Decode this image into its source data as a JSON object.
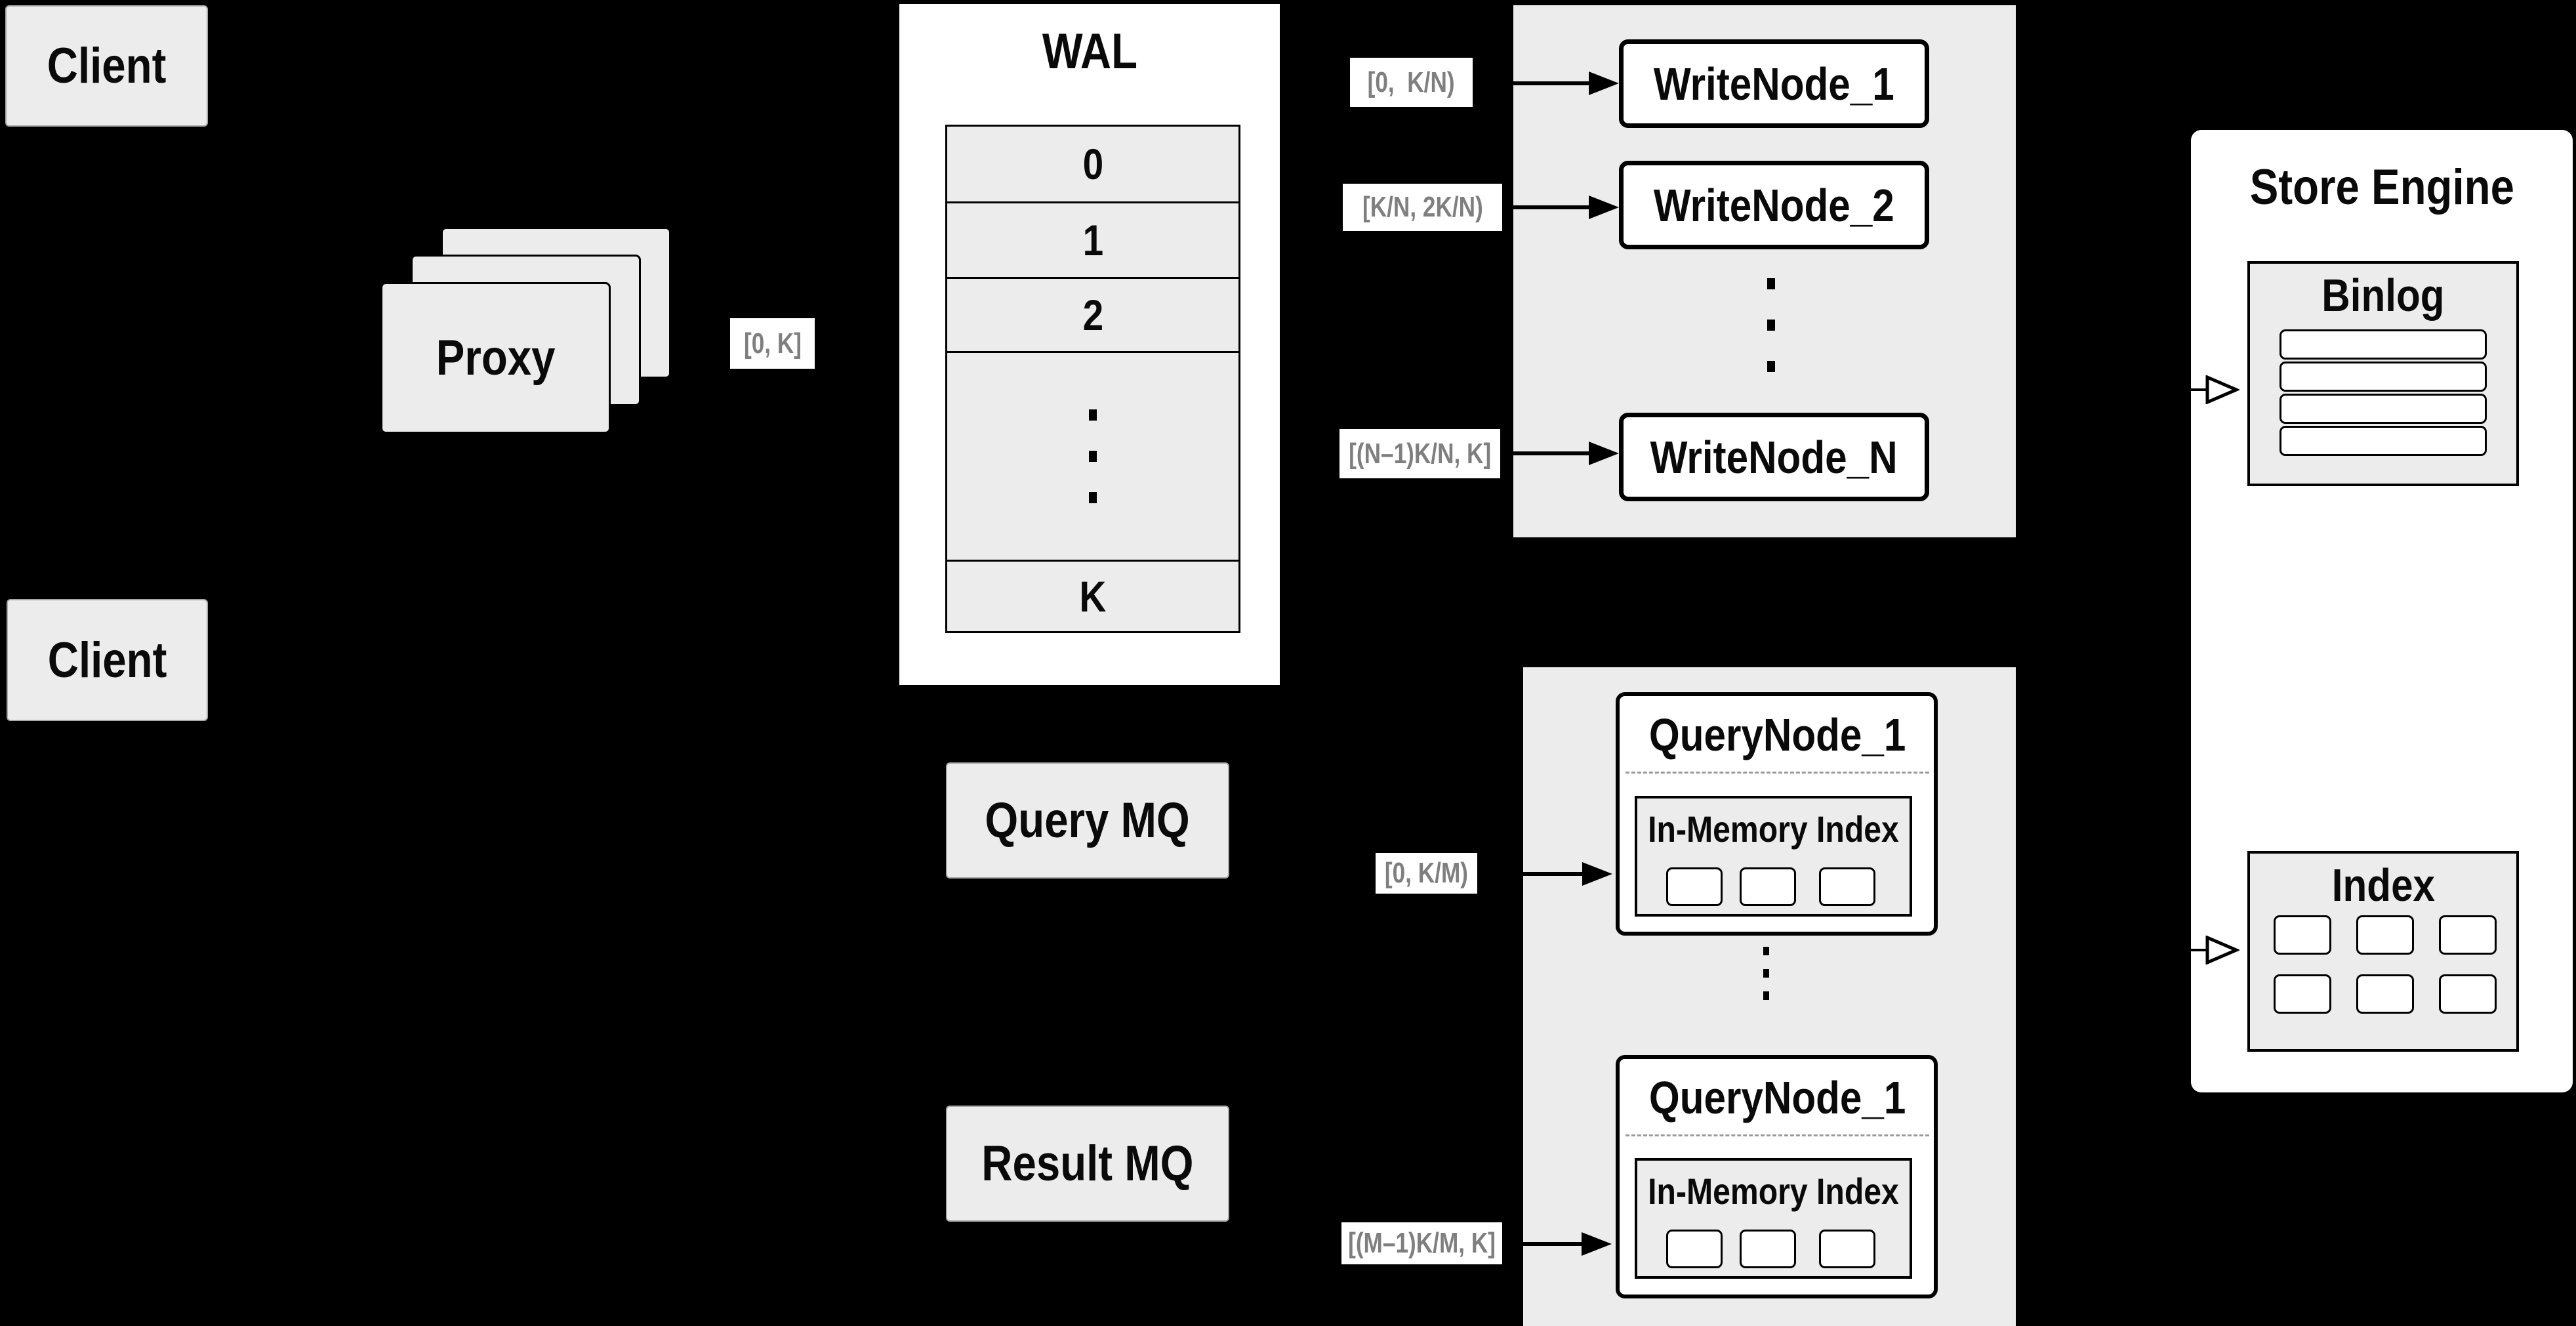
{
  "colors": {
    "background": "#000000",
    "panel_gray": "#ececec",
    "box_white": "#ffffff",
    "line_black": "#000000",
    "chip_text_gray": "#7f7f7f",
    "dash_gray": "#9a9a9a"
  },
  "clients": {
    "top_label": "Client",
    "bottom_label": "Client"
  },
  "proxy": {
    "label": "Proxy",
    "range_label": "[0, K]"
  },
  "wal": {
    "title": "WAL",
    "segments": [
      "0",
      "1",
      "2"
    ],
    "tail_segment": "K"
  },
  "mq": {
    "query_label": "Query MQ",
    "result_label": "Result MQ"
  },
  "write_nodes": {
    "ranges": [
      "[0,  K/N)",
      "[K/N, 2K/N)",
      "[(N–1)K/N, K]"
    ],
    "nodes": [
      "WriteNode_1",
      "WriteNode_2",
      "WriteNode_N"
    ]
  },
  "query_nodes": {
    "ranges": [
      "[0, K/M)",
      "[(M–1)K/M, K]"
    ],
    "nodes": [
      {
        "title": "QueryNode_1",
        "memory_index_label": "In-Memory Index"
      },
      {
        "title": "QueryNode_1",
        "memory_index_label": "In-Memory Index"
      }
    ]
  },
  "store_engine": {
    "title": "Store Engine",
    "binlog_title": "Binlog",
    "index_title": "Index"
  }
}
